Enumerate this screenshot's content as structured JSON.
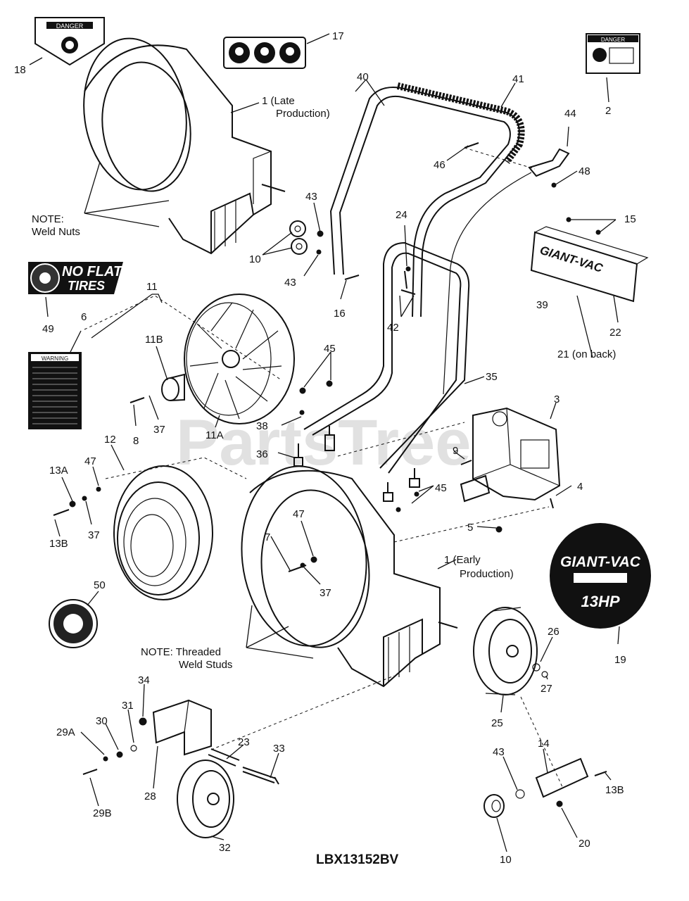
{
  "diagram": {
    "model": "LBX13152BV",
    "watermark": "PartsTree",
    "notes": {
      "weld_nuts_line1": "NOTE:",
      "weld_nuts_line2": "Weld Nuts",
      "studs_line1": "NOTE: Threaded",
      "studs_line2": "Weld Studs"
    },
    "labels": {
      "housing_late_1": "1 (Late",
      "housing_late_2": "Production)",
      "housing_early_1": "1 (Early",
      "housing_early_2": "Production)",
      "p2": "2",
      "p3": "3",
      "p4": "4",
      "p5": "5",
      "p6": "6",
      "p7": "7",
      "p8": "8",
      "p9": "9",
      "p10a": "10",
      "p10b": "10",
      "p11": "11",
      "p11a": "11A",
      "p11b": "11B",
      "p12": "12",
      "p13a": "13A",
      "p13b_left": "13B",
      "p13b_right": "13B",
      "p14": "14",
      "p15": "15",
      "p16": "16",
      "p17": "17",
      "p18": "18",
      "p19": "19",
      "p20": "20",
      "p21": "21 (on back)",
      "p22": "22",
      "p23": "23",
      "p24": "24",
      "p25": "25",
      "p26": "26",
      "p27": "27",
      "p28": "28",
      "p29a": "29A",
      "p29b": "29B",
      "p30": "30",
      "p31": "31",
      "p32": "32",
      "p33": "33",
      "p34": "34",
      "p35": "35",
      "p36": "36",
      "p37a": "37",
      "p37b": "37",
      "p37c": "37",
      "p38": "38",
      "p39": "39",
      "p40": "40",
      "p41": "41",
      "p42": "42",
      "p43a": "43",
      "p43b": "43",
      "p43c": "43",
      "p44": "44",
      "p45a": "45",
      "p45b": "45",
      "p46": "46",
      "p47a": "47",
      "p47b": "47",
      "p48": "48",
      "p49": "49",
      "p50": "50"
    },
    "decals": {
      "danger_top": "DANGER",
      "danger_right": "DANGER",
      "warning": "WARNING",
      "no_flat_1": "NO FLAT",
      "no_flat_2": "TIRES",
      "giant_vac_plate": "GIANT-VAC",
      "badge_brand": "GIANT-VAC",
      "badge_hp": "13HP"
    }
  }
}
